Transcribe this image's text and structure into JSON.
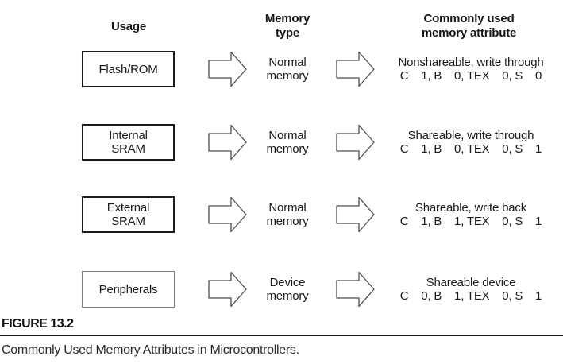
{
  "header": {
    "usage": "Usage",
    "memory_type": [
      "Memory",
      "type"
    ],
    "attribute": [
      "Commonly used",
      "memory attribute"
    ]
  },
  "rows": [
    {
      "usage_lines": [
        "Flash/ROM"
      ],
      "memory_type_lines": [
        "Normal",
        "memory"
      ],
      "attribute_lines": [
        "Nonshareable, write through",
        "C    1, B    0, TEX    0, S    0"
      ]
    },
    {
      "usage_lines": [
        "Internal",
        "SRAM"
      ],
      "memory_type_lines": [
        "Normal",
        "memory"
      ],
      "attribute_lines": [
        "Shareable, write through",
        "C    1, B    0, TEX    0, S    1"
      ]
    },
    {
      "usage_lines": [
        "External",
        "SRAM"
      ],
      "memory_type_lines": [
        "Normal",
        "memory"
      ],
      "attribute_lines": [
        "Shareable, write back",
        "C    1, B    1, TEX    0, S    1"
      ]
    },
    {
      "usage_lines": [
        "Peripherals"
      ],
      "memory_type_lines": [
        "Device",
        "memory"
      ],
      "attribute_lines": [
        "Shareable device",
        "C    0, B    1, TEX    0, S    1"
      ]
    }
  ],
  "figure": {
    "label": "FIGURE 13.2",
    "caption": "Commonly Used Memory Attributes in Microcontrollers."
  },
  "icons": {
    "flow_arrow": "block-arrow-right"
  },
  "colors": {
    "text": "#1a1a1a",
    "arrow_outline": "#4d4d4d",
    "box_border": "#1a1a1a",
    "box_border_light": "#7d7d7d",
    "rule": "#1a1a1a"
  }
}
